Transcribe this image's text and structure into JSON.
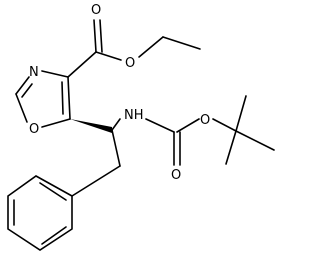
{
  "atoms": {
    "N_ring": "N",
    "O_ring": "O",
    "O_carbonyl_ester": "O",
    "O_ester": "O",
    "NH": "NH",
    "O_carbonyl_boc": "O",
    "O_boc": "O"
  },
  "colors": {
    "bond": "#000000",
    "label": "#000000",
    "background": "#ffffff"
  }
}
